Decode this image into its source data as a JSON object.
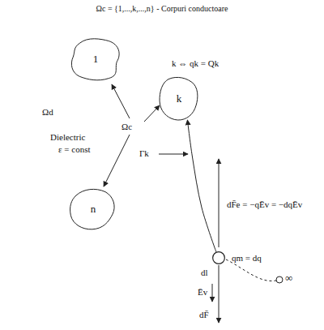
{
  "diagram": {
    "title": "Ωc = {1,...,k,...,n} - Corpuri conductoare",
    "nodes": [
      {
        "text": [
          "1"
        ]
      },
      {
        "text": [
          "k"
        ]
      },
      {
        "text": [
          "n"
        ]
      },
      {
        "text": [
          "qm = dq"
        ]
      }
    ],
    "edges": [
      {
        "from": 3,
        "to": 1,
        "arrow": "to"
      }
    ],
    "labels": [
      "Ωd",
      "Ωc",
      "Dielectric",
      "ε = const",
      "k ⇔ qk = Qk",
      "Γk",
      "dF̄e = −qĒv = −dqĒv",
      "dl",
      "Ēv",
      "dF̄",
      "∞"
    ]
  }
}
